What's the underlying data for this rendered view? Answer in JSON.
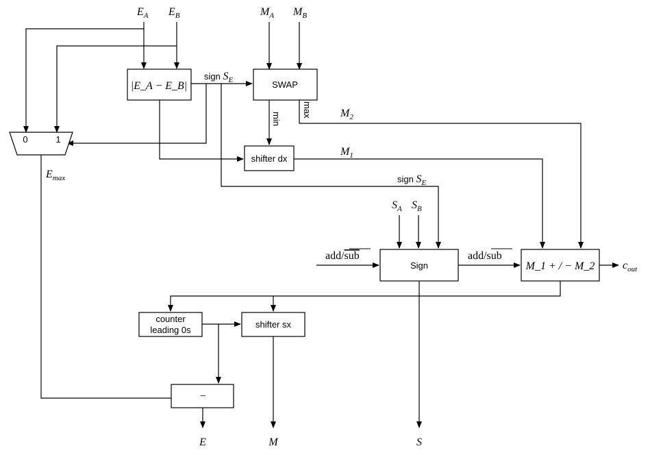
{
  "inputs": {
    "ea": {
      "main": "E",
      "sub": "A"
    },
    "eb": {
      "main": "E",
      "sub": "B"
    },
    "ma": {
      "main": "M",
      "sub": "A"
    },
    "mb": {
      "main": "M",
      "sub": "B"
    },
    "sa": {
      "main": "S",
      "sub": "A"
    },
    "sb": {
      "main": "S",
      "sub": "B"
    }
  },
  "blocks": {
    "abs_diff": {
      "label": "|E_A − E_B|"
    },
    "swap": {
      "label": "SWAP"
    },
    "shifter_dx": {
      "label": "shifter dx"
    },
    "sign": {
      "label": "Sign"
    },
    "adder": {
      "label": "M_1 + / − M_2"
    },
    "counter": {
      "line1": "counter",
      "line2": "leading 0s"
    },
    "shifter_sx": {
      "label": "shifter sx"
    },
    "subtractor": {
      "label": "−"
    },
    "mux": {
      "in0": "0",
      "in1": "1"
    }
  },
  "signals": {
    "sign_se_1": {
      "prefix": "sign ",
      "main": "S",
      "sub": "E"
    },
    "sign_se_2": {
      "prefix": "sign ",
      "main": "S",
      "sub": "E"
    },
    "min": "min",
    "max": "max",
    "m2": {
      "main": "M",
      "sub": "2"
    },
    "m1": {
      "main": "M",
      "sub": "1"
    },
    "emax": {
      "main": "E",
      "sub": "max"
    },
    "add_sub_in": {
      "add": "add/",
      "sub": "sub"
    },
    "add_sub_mid": {
      "add": "add/",
      "sub": "sub"
    },
    "cout": {
      "main": "c",
      "sub": "out"
    }
  },
  "outputs": {
    "e": "E",
    "m": "M",
    "s": "S"
  }
}
